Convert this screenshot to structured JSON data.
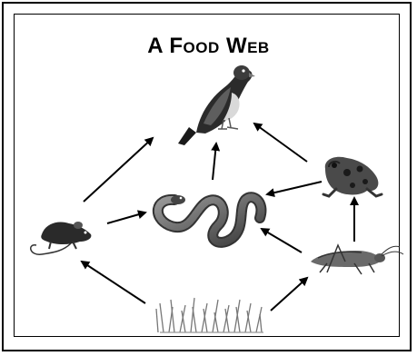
{
  "title": "A Food Web",
  "organisms": [
    {
      "id": "hawk",
      "icon": "hawk-icon"
    },
    {
      "id": "snake",
      "icon": "snake-icon"
    },
    {
      "id": "frog",
      "icon": "frog-icon"
    },
    {
      "id": "mouse",
      "icon": "mouse-icon"
    },
    {
      "id": "grasshopper",
      "icon": "grasshopper-icon"
    },
    {
      "id": "grass",
      "icon": "grass-icon"
    }
  ],
  "arrows": [
    {
      "from": "mouse",
      "to": "hawk"
    },
    {
      "from": "snake",
      "to": "hawk"
    },
    {
      "from": "frog",
      "to": "hawk"
    },
    {
      "from": "mouse",
      "to": "snake"
    },
    {
      "from": "frog",
      "to": "snake"
    },
    {
      "from": "grasshopper",
      "to": "snake"
    },
    {
      "from": "grasshopper",
      "to": "frog"
    },
    {
      "from": "grass",
      "to": "mouse"
    },
    {
      "from": "grass",
      "to": "grasshopper"
    }
  ]
}
